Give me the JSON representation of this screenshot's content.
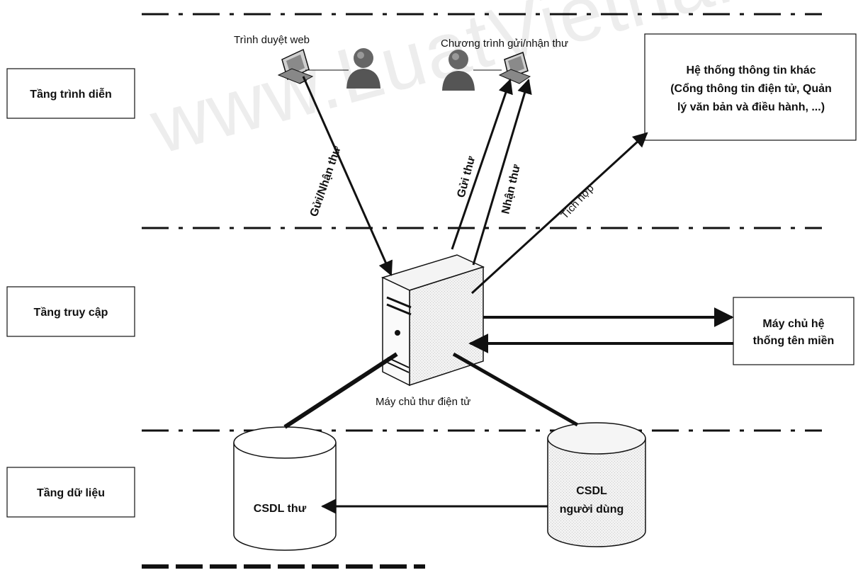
{
  "watermark": "www.LuatVietnam.vn",
  "tiers": {
    "presentation": "Tầng trình diễn",
    "access": "Tầng truy cập",
    "data": "Tầng dữ liệu"
  },
  "clients": {
    "browser": "Trình duyệt web",
    "mail_client": "Chương trình gửi/nhận thư"
  },
  "other_system": {
    "line1": "Hệ thống thông tin khác",
    "line2": "(Cổng thông tin điện tử, Quản",
    "line3": "lý văn bản và điều hành, ...)"
  },
  "dns": {
    "line1": "Máy chủ hệ",
    "line2": "thống tên miền"
  },
  "mail_server": "Máy chủ thư điện tử",
  "db_mail": "CSDL thư",
  "db_user": {
    "line1": "CSDL",
    "line2": "người dùng"
  },
  "edges": {
    "send_receive": "Gửi/Nhận thư",
    "send": "Gửi thư",
    "receive": "Nhận thư",
    "integrate": "Tích hợp"
  }
}
